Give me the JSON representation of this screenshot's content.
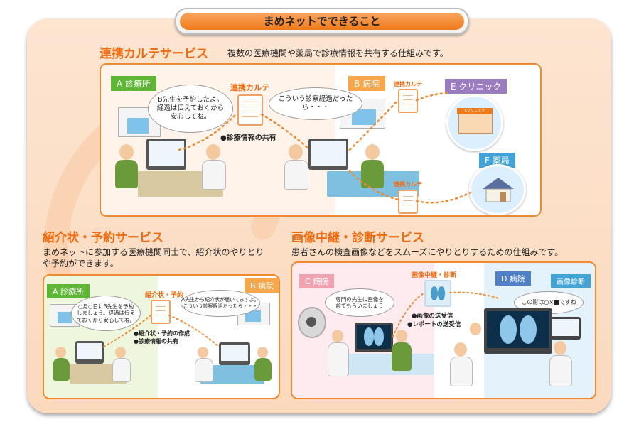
{
  "header": {
    "title": "まめネットでできること"
  },
  "renkei": {
    "title": "連携カルテサービス",
    "desc": "複数の医療機関や薬局で診療情報を共有する仕組みです。",
    "clinic_a": "A 診療所",
    "hospital_b": "B 病院",
    "clinic_e": "E クリニック",
    "pharmacy_f": "F 薬局",
    "karte_label": "連携カルテ",
    "karte_small_1": "連携カルテ",
    "karte_small_2": "連携カルテ",
    "bubble_a": "B先生を予約したよ。\n経過は伝えておくから\n安心してね。",
    "bubble_b": "こういう診察経過だったら・・・",
    "share_label": "●診療情報の共有",
    "sign_e": "Eクリニック"
  },
  "shokai": {
    "title": "紹介状・予約サービス",
    "desc_line1": "まめネットに参加する医療機関同士で、紹介状のやりとり",
    "desc_line2": "や予約ができます。",
    "clinic_a": "A 診療所",
    "hospital_b": "B 病院",
    "doc_label": "紹介状・予約",
    "bubble_a": "○月○日にB先生を予約\nしましょう。経過は伝え\nておくから安心してね。",
    "bubble_b": "A先生から紹介状が届いてますよ。\nこういう診察経過だったら・・・",
    "bullet_1": "●紹介状・予約の作成",
    "bullet_2": "●診療情報の共有"
  },
  "gazo": {
    "title": "画像中継・診断サービス",
    "desc": "患者さんの検査画像などをスムーズにやりとりするための仕組みです。",
    "hospital_c": "C 病院",
    "hospital_d": "D 病院",
    "relay_label": "画像中継・診断",
    "diag_label": "画像診断",
    "bubble_c": "専門の先生に画像を\n診てもらいましょう",
    "bubble_d": "この影は○×■ですね",
    "bullet_1": "●画像の送受信",
    "bullet_2": "●レポートの送受信"
  },
  "colors": {
    "accent": "#f06a0f",
    "panel_border": "#f08a30",
    "background": "#fde5d1"
  }
}
